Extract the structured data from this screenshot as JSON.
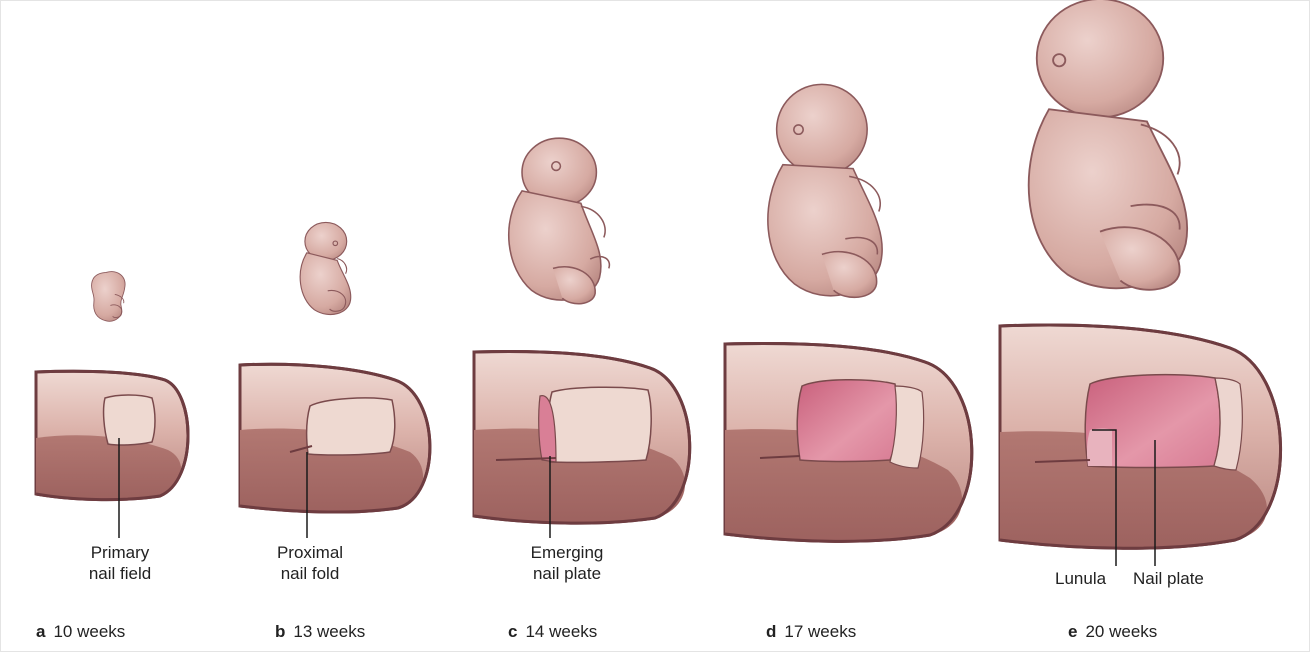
{
  "colors": {
    "skin": "#d7aca4",
    "skin_light": "#ecd5cf",
    "skin_dark": "#a8706c",
    "outline": "#6e3c40",
    "nail_field": "#ecd8d0",
    "nail_plate": "#d97f96",
    "label_line": "#1a1a1a"
  },
  "panels": [
    {
      "letter": "a",
      "age": "10 weeks",
      "labels": [
        {
          "l1": "Primary",
          "l2": "nail field"
        }
      ]
    },
    {
      "letter": "b",
      "age": "13 weeks",
      "labels": [
        {
          "l1": "Proximal",
          "l2": "nail fold"
        }
      ]
    },
    {
      "letter": "c",
      "age": "14 weeks",
      "labels": [
        {
          "l1": "Emerging",
          "l2": "nail plate"
        }
      ]
    },
    {
      "letter": "d",
      "age": "17 weeks",
      "labels": []
    },
    {
      "letter": "e",
      "age": "20 weeks",
      "labels": [
        {
          "l1": "Lunula",
          "l2": ""
        },
        {
          "l1": "Nail plate",
          "l2": ""
        }
      ]
    }
  ]
}
